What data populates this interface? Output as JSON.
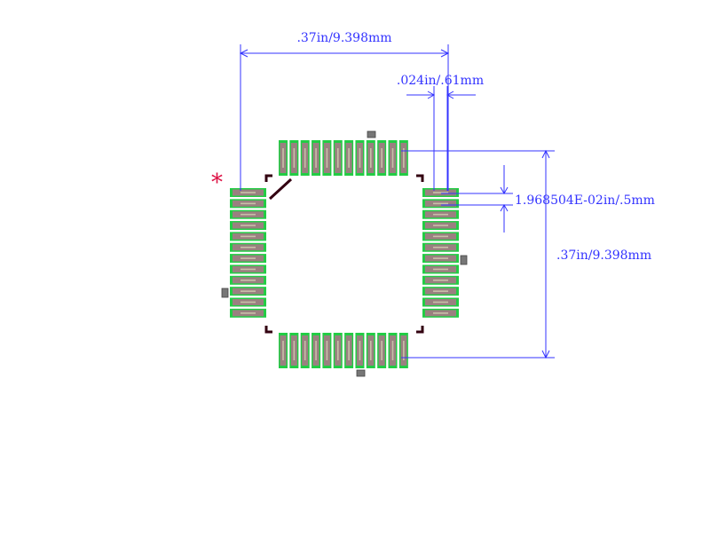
{
  "footprint": {
    "pins_per_side": 12,
    "pin_one_marker": "*"
  },
  "dimensions": {
    "overall_width": ".37in/9.398mm",
    "pad_width": ".024in/.61mm",
    "pitch": "1.968504E-02in/.5mm",
    "overall_height": ".37in/9.398mm"
  },
  "colors": {
    "dimension": "#3333ff",
    "pad_copper": "#22cc44",
    "pad_inner": "#9a8080",
    "pad_stripe": "#c8c0a8",
    "silkscreen": "#330011",
    "marker": "#dd1144",
    "fiducial": "#777777"
  }
}
